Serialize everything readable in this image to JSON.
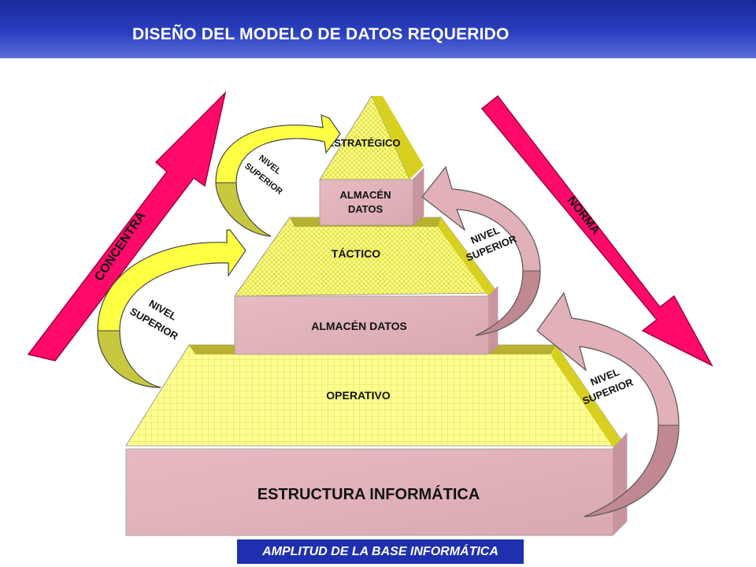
{
  "header": {
    "title": "DISEÑO DEL MODELO DE DATOS REQUERIDO"
  },
  "colors": {
    "header": "#2a3fc0",
    "arrow_magenta": "#ff0a6a",
    "yellow": "#ffff66",
    "pink": "#e6b4bc",
    "footer": "#1f2fb0"
  },
  "pyramid": {
    "tier1": {
      "top": "ESTRATÉGICO",
      "store_line1": "ALMACÉN",
      "store_line2": "DATOS"
    },
    "tier2": {
      "top": "TÁCTICO",
      "store": "ALMACÉN DATOS"
    },
    "tier3": {
      "top": "OPERATIVO",
      "store": "ESTRUCTURA INFORMÁTICA"
    }
  },
  "arrows": {
    "left": "CONCENTRA",
    "right": "NORMA",
    "curve_line1": "NIVEL",
    "curve_line2": "SUPERIOR"
  },
  "footer": {
    "label": "AMPLITUD DE LA BASE INFORMÁTICA"
  }
}
